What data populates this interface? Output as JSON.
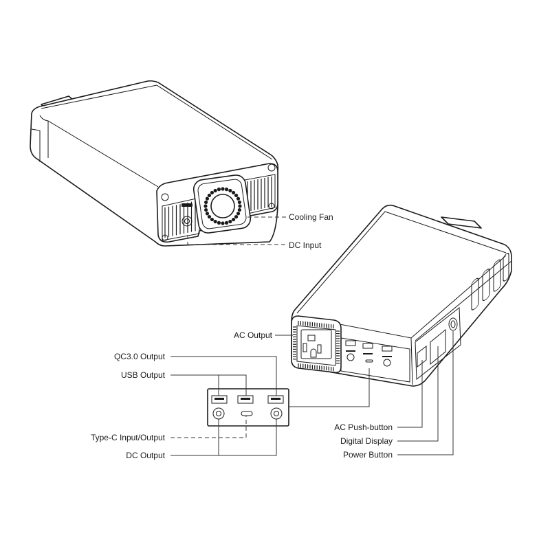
{
  "labels": {
    "cooling_fan": "Cooling Fan",
    "dc_input": "DC Input",
    "ac_output": "AC Output",
    "qc3_output": "QC3.0 Output",
    "usb_output": "USB Output",
    "type_c": "Type-C Input/Output",
    "dc_output": "DC Output",
    "ac_push_button": "AC Push-button",
    "digital_display": "Digital Display",
    "power_button": "Power Button"
  }
}
